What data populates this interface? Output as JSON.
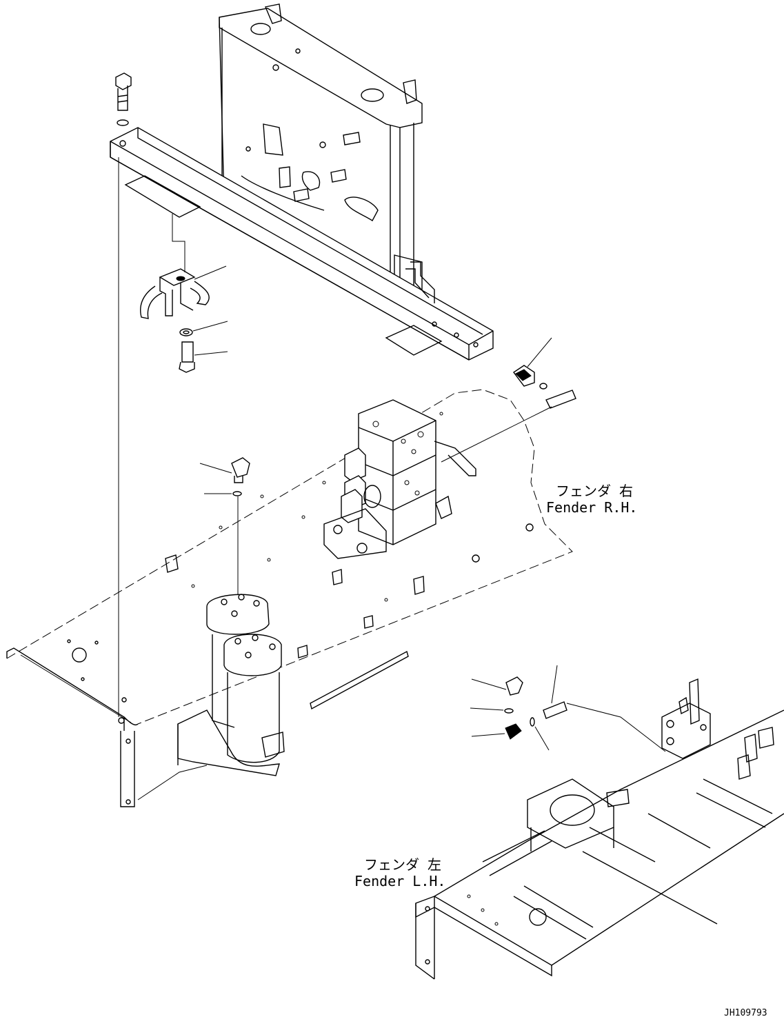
{
  "labels": {
    "fender_rh_jp": "フェンダ 右",
    "fender_rh_en": "Fender R.H.",
    "fender_lh_jp": "フェンダ 左",
    "fender_lh_en": "Fender L.H.",
    "drawing_number": "JH109793"
  },
  "colors": {
    "line": "#000000",
    "background": "#ffffff"
  }
}
